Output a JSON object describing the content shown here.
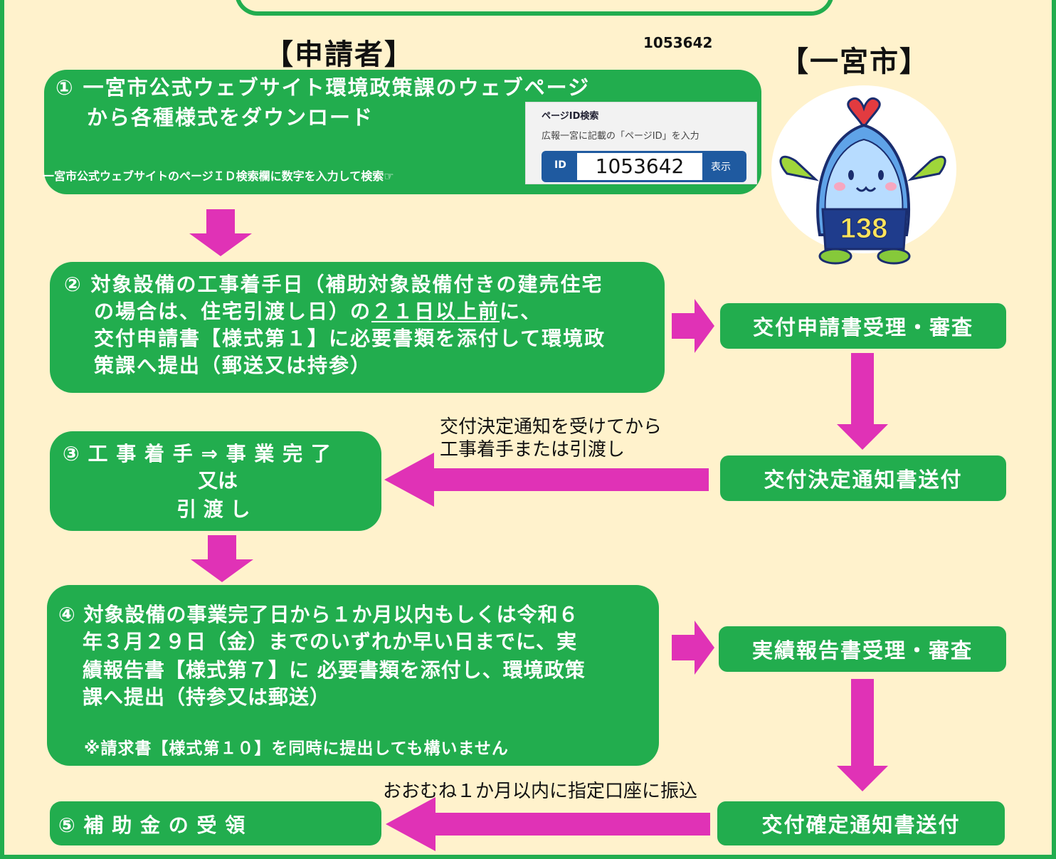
{
  "headers": {
    "applicant": "【申請者】",
    "city": "【一宮市】",
    "page_id_top": "1053642"
  },
  "step1": {
    "line1": "① 一宮市公式ウェブサイト環境政策課のウェブページ",
    "line2": "から各種様式をダウンロード",
    "hint": "一宮市公式ウェブサイトのページＩＤ検索欄に数字を入力して検索☞"
  },
  "id_search": {
    "title": "ページID検索",
    "hint": "広報一宮に記載の「ページID」を入力",
    "label": "ID",
    "value": "1053642",
    "button": "表示"
  },
  "step2": {
    "line1": "② 対象設備の工事着手日（補助対象設備付きの建売住宅",
    "line2a": "の場合は、住宅引渡し日）の",
    "line2u": "２１日以上前",
    "line2b": "に、",
    "line3": "交付申請書【様式第１】に必要書類を添付して環境政",
    "line4": "策課へ提出（郵送又は持参）"
  },
  "step3": {
    "line1": "③ 工 事 着 手 ⇒ 事 業 完 了",
    "line2": "又は",
    "line3": "引 渡 し"
  },
  "step4": {
    "line1": "④ 対象設備の事業完了日から１か月以内もしくは令和６",
    "line2": "年３月２９日（金）までのいずれか早い日までに、実",
    "line3": "績報告書【様式第７】に 必要書類を添付し、環境政策",
    "line4": "課へ提出（持参又は郵送）",
    "note": "※請求書【様式第１０】を同時に提出しても構いません"
  },
  "step5": {
    "label": "⑤ 補 助 金 の 受 領"
  },
  "city_steps": {
    "review_application": "交付申請書受理・審査",
    "decision_notice": "交付決定通知書送付",
    "review_report": "実績報告書受理・審査",
    "confirm_notice": "交付確定通知書送付"
  },
  "notes": {
    "after_decision_line1": "交付決定通知を受けてから",
    "after_decision_line2": "工事着手または引渡し",
    "transfer": "おおむね１か月以内に指定口座に振込"
  },
  "mascot": {
    "number": "138"
  },
  "colors": {
    "green": "#22ad4e",
    "arrow_magenta": "#e032b6",
    "background": "#fff2cc",
    "id_blue": "#1f5aa0"
  }
}
